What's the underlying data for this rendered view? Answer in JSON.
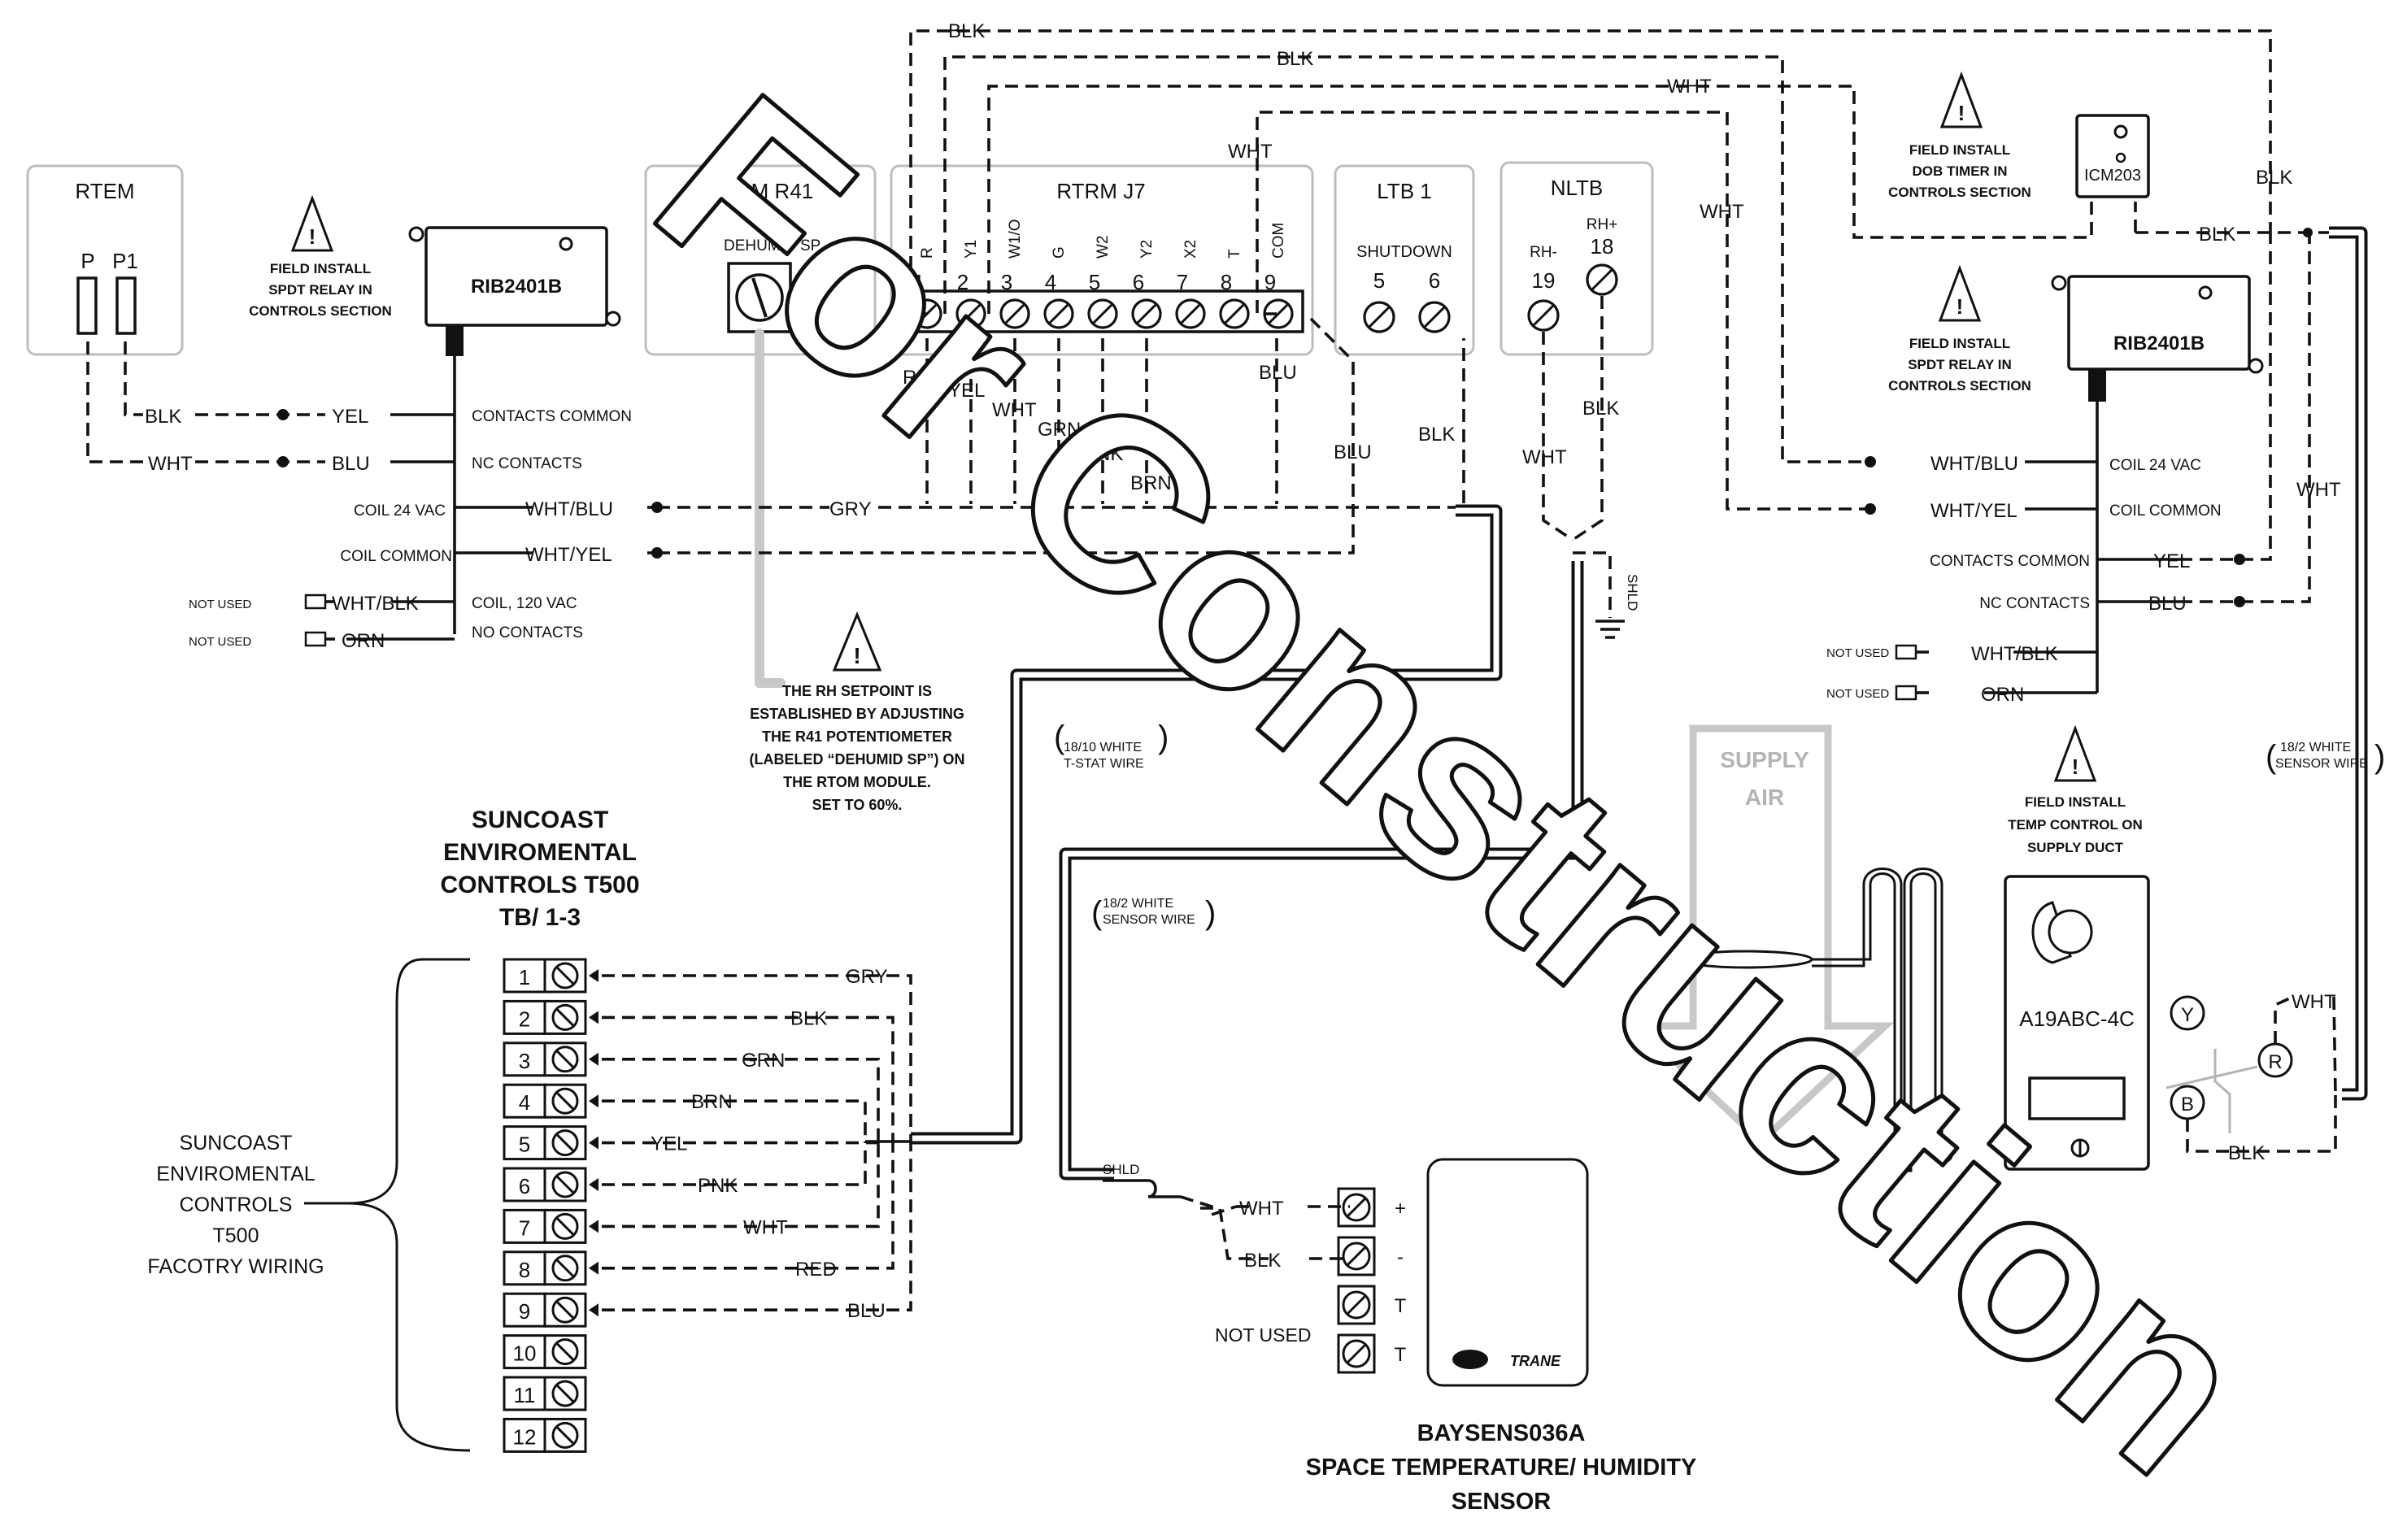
{
  "modules": {
    "rtem": {
      "title": "RTEM",
      "p": "P",
      "p1": "P1"
    },
    "rtom": {
      "title": "RTOM R41",
      "dehumid": "DEHUMID SP"
    },
    "rtrm": {
      "title": "RTRM J7",
      "terminals": [
        {
          "num": "1",
          "label": "R"
        },
        {
          "num": "2",
          "label": "Y1"
        },
        {
          "num": "3",
          "label": "W1/O"
        },
        {
          "num": "4",
          "label": "G"
        },
        {
          "num": "5",
          "label": "W2"
        },
        {
          "num": "6",
          "label": "Y2"
        },
        {
          "num": "7",
          "label": "X2"
        },
        {
          "num": "8",
          "label": "T"
        },
        {
          "num": "9",
          "label": "COM"
        }
      ]
    },
    "ltb": {
      "title": "LTB 1",
      "shutdown": "SHUTDOWN",
      "t5": "5",
      "t6": "6"
    },
    "nltb": {
      "title": "NLTB",
      "rhm": "RH-",
      "rhp": "RH+",
      "t19": "19",
      "t18": "18"
    }
  },
  "relay_left": {
    "model": "RIB2401B",
    "note": [
      "FIELD INSTALL",
      "SPDT RELAY IN",
      "CONTROLS SECTION"
    ],
    "leads": [
      "CONTACTS COMMON",
      "NC CONTACTS",
      "COIL 24 VAC",
      "COIL COMMON",
      "COIL, 120 VAC",
      "NO CONTACTS"
    ]
  },
  "relay_right": {
    "model": "RIB2401B",
    "note": [
      "FIELD INSTALL",
      "SPDT RELAY IN",
      "CONTROLS SECTION"
    ],
    "leads": [
      "COIL 24 VAC",
      "COIL COMMON",
      "CONTACTS COMMON",
      "NC CONTACTS"
    ]
  },
  "dob": {
    "note": [
      "FIELD INSTALL",
      "DOB TIMER IN",
      "CONTROLS SECTION"
    ],
    "model": "ICM203"
  },
  "rh_note": [
    "THE RH SETPOINT IS",
    "ESTABLISHED BY ADJUSTING",
    "THE R41 POTENTIOMETER",
    "(LABELED “DEHUMID SP”) ON",
    "THE RTOM MODULE.",
    "SET  TO 60%."
  ],
  "suncoast": {
    "title": [
      "SUNCOAST",
      "ENVIROMENTAL",
      "CONTROLS T500",
      "TB/ 1-3"
    ],
    "side": [
      "SUNCOAST",
      "ENVIROMENTAL",
      "CONTROLS",
      "T500",
      "FACOTRY WIRING"
    ],
    "terminals": [
      "1",
      "2",
      "3",
      "4",
      "5",
      "6",
      "7",
      "8",
      "9",
      "10",
      "11",
      "12"
    ],
    "wires": [
      "GRY",
      "BLK",
      "GRN",
      "BRN",
      "YEL",
      "PNK",
      "WHT",
      "RED",
      "BLU"
    ]
  },
  "sensor": {
    "title": [
      "BAYSENS036A",
      "SPACE TEMPERATURE/ HUMIDITY",
      "SENSOR"
    ],
    "terms": [
      "+",
      "-",
      "T",
      "T"
    ],
    "not_used": "NOT USED",
    "shld": "SHLD",
    "brand": "TRANE"
  },
  "tempctl": {
    "model": "A19ABC-4C",
    "note": [
      "FIELD INSTALL",
      "TEMP CONTROL ON",
      "SUPPLY DUCT"
    ],
    "y": "Y",
    "r": "R",
    "b": "B"
  },
  "supply_air": [
    "SUPPLY",
    "AIR"
  ],
  "cables": {
    "tstat": [
      "18/10 WHITE",
      "T-STAT WIRE"
    ],
    "sensor_mid": [
      "18/2 WHITE",
      "SENSOR WIRE"
    ],
    "sensor_right": [
      "18/2 WHITE",
      "SENSOR WIRE"
    ],
    "shld": "SHLD"
  },
  "wire_labels": {
    "blk": "BLK",
    "wht": "WHT",
    "yel": "YEL",
    "blu": "BLU",
    "gry": "GRY",
    "red": "RED",
    "grn": "GRN",
    "pnk": "PNK",
    "brn": "BRN",
    "orn": "ORN",
    "wht_blu": "WHT/BLU",
    "wht_yel": "WHT/YEL",
    "wht_blk": "WHT/BLK",
    "not_used": "NOT USED"
  },
  "watermark": "For Construction",
  "colors": {
    "line": "#111111",
    "module_border": "#bdbdbd",
    "duct": "#c8c8c8",
    "background": "#ffffff"
  }
}
